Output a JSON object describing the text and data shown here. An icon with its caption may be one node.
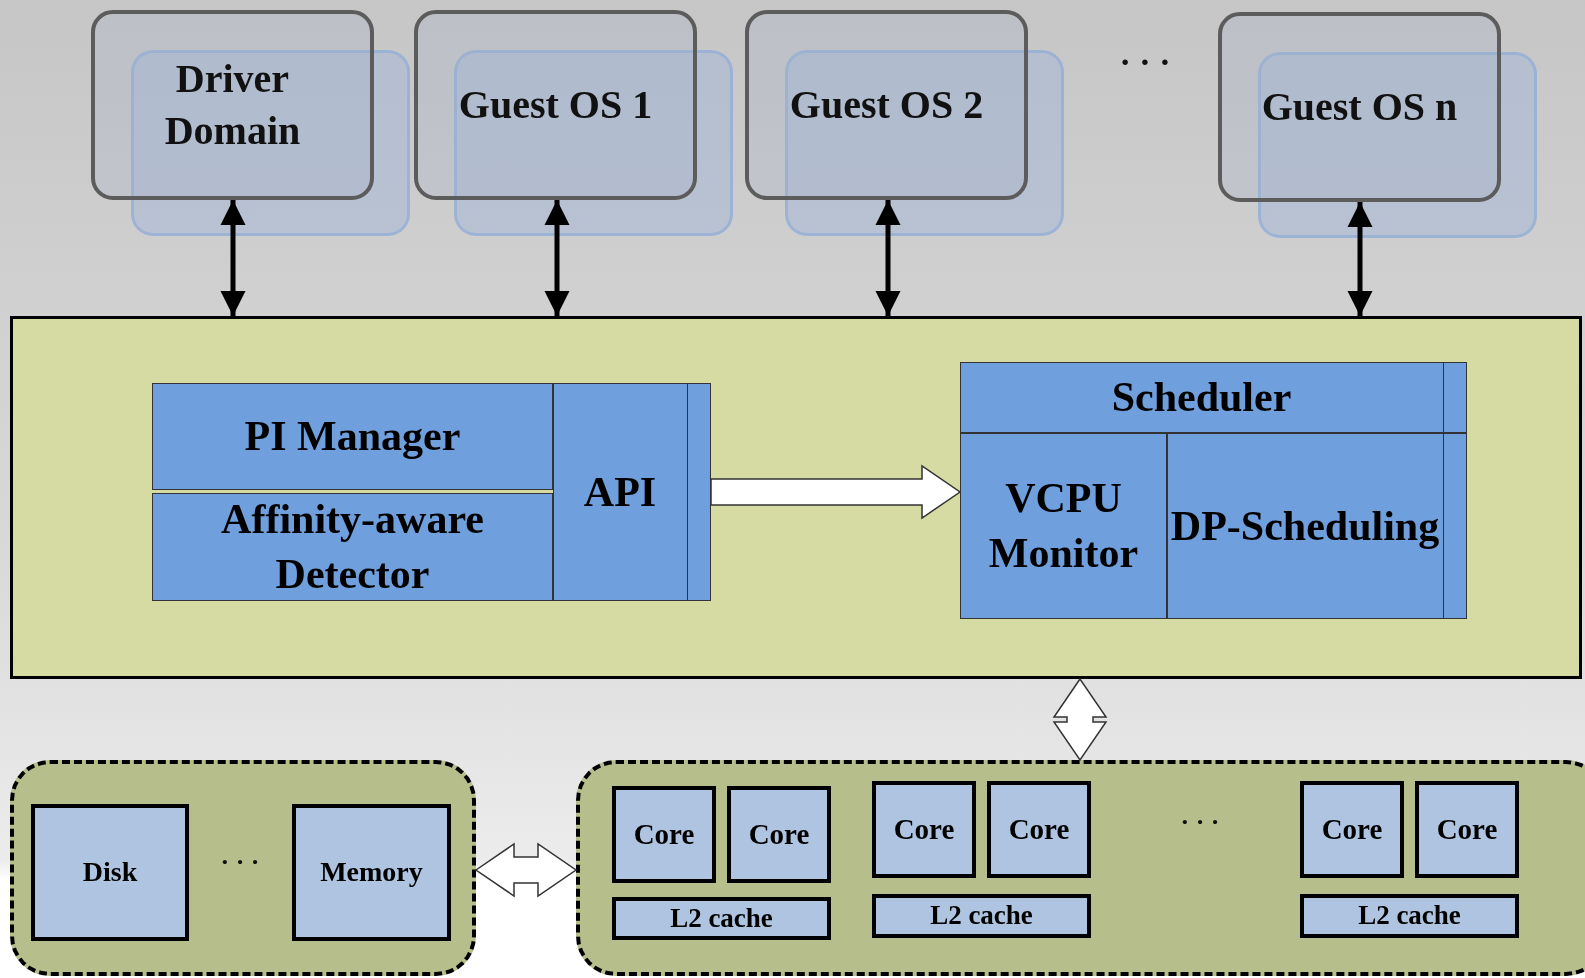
{
  "diagram": {
    "nodes": [
      {
        "text": [
          "Driver Domain"
        ]
      },
      {
        "text": [
          "Guest OS 1"
        ]
      },
      {
        "text": [
          "Guest OS 2"
        ]
      },
      {
        "text": [
          "Guest OS n"
        ]
      },
      {
        "text": [],
        "shape": "box"
      },
      {
        "text": [
          "PI Manager"
        ],
        "in": 4
      },
      {
        "text": [
          "Affinity-aware Detector"
        ],
        "in": 4
      },
      {
        "text": [
          "API"
        ],
        "in": 4
      },
      {
        "text": [
          "Scheduler"
        ],
        "in": 4
      },
      {
        "text": [
          "VCPU Monitor"
        ],
        "in": 4
      },
      {
        "text": [
          "DP-Scheduling"
        ],
        "in": 4
      },
      {
        "text": [],
        "shape": "box"
      },
      {
        "text": [
          "Disk"
        ],
        "in": 11
      },
      {
        "text": [
          "Memory"
        ],
        "in": 11
      },
      {
        "text": [],
        "shape": "box"
      },
      {
        "text": [
          "Core"
        ],
        "in": 14
      },
      {
        "text": [
          "Core"
        ],
        "in": 14
      },
      {
        "text": [
          "L2 cache"
        ],
        "in": 14
      },
      {
        "text": [
          "Core"
        ],
        "in": 14
      },
      {
        "text": [
          "Core"
        ],
        "in": 14
      },
      {
        "text": [
          "L2 cache"
        ],
        "in": 14
      },
      {
        "text": [
          "Core"
        ],
        "in": 14
      },
      {
        "text": [
          "Core"
        ],
        "in": 14
      },
      {
        "text": [
          "L2 cache"
        ],
        "in": 14
      }
    ],
    "edges": [
      {
        "from": 0,
        "to": 4,
        "arrow": "both"
      },
      {
        "from": 1,
        "to": 4,
        "arrow": "both"
      },
      {
        "from": 2,
        "to": 4,
        "arrow": "both"
      },
      {
        "from": 3,
        "to": 4,
        "arrow": "both"
      },
      {
        "from": 7,
        "to": 9,
        "arrow": "to"
      },
      {
        "from": 4,
        "to": 14,
        "arrow": "both"
      },
      {
        "from": 11,
        "to": 14,
        "arrow": "both"
      }
    ],
    "labels": [
      "· · ·",
      "· · ·",
      "· · ·"
    ]
  }
}
